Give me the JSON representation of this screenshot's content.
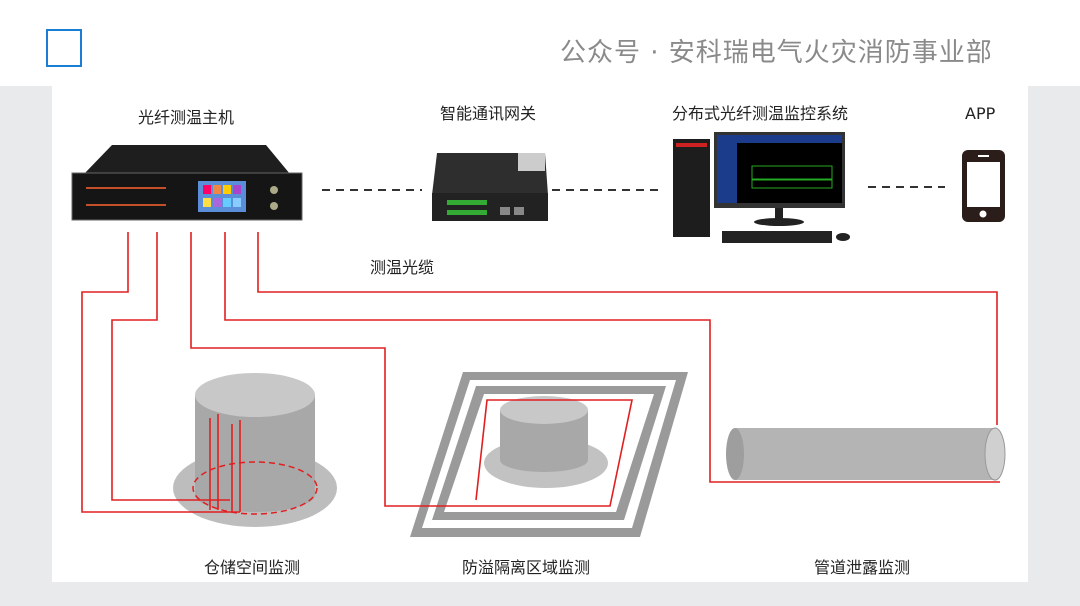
{
  "labels": {
    "host": "光纤测温主机",
    "gateway": "智能通讯网关",
    "system": "分布式光纤测温监控系统",
    "app": "APP",
    "cable": "测温光缆",
    "storage": "仓储空间监测",
    "isolation": "防溢隔离区域监测",
    "pipeline": "管道泄露监测"
  },
  "watermark": "公众号 · 安科瑞电气火灾消防事业部",
  "colors": {
    "fiber": "#e02020",
    "accent": "#1a7ed4",
    "object": "#b4b4b4"
  }
}
